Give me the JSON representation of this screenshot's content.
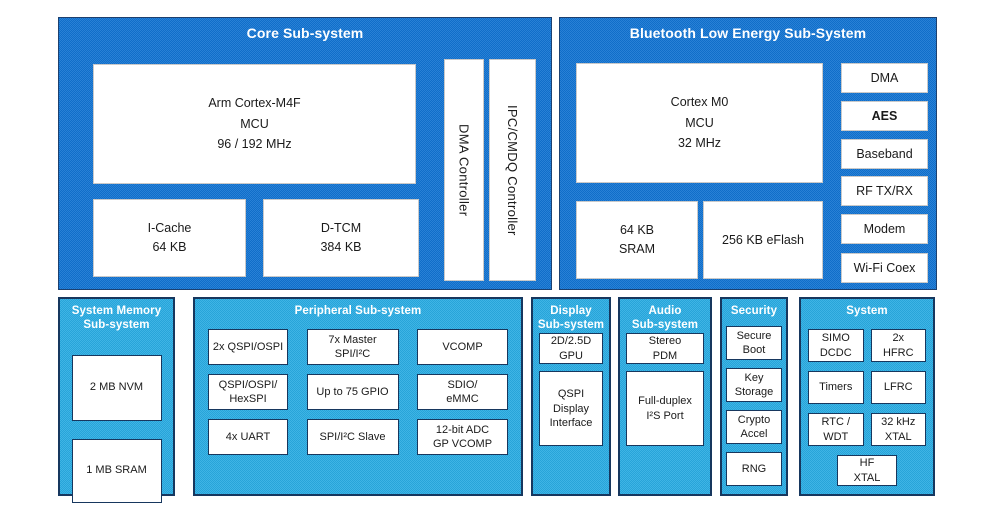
{
  "colors": {
    "top_section_blue": "#1173d1",
    "bottom_section_cyan": "#29abe2",
    "section_border_navy": "#17375e",
    "box_text": "#1a1a1a"
  },
  "core": {
    "title": "Core Sub-system",
    "mcu": "Arm Cortex-M4F\nMCU\n96 / 192 MHz",
    "icache": "I-Cache\n64 KB",
    "dtcm": "D-TCM\n384 KB",
    "dma_controller": "DMA Controller",
    "ipc_controller": "IPC/CMDQ Controller"
  },
  "ble": {
    "title": "Bluetooth Low Energy Sub-System",
    "mcu": "Cortex M0\nMCU\n32 MHz",
    "sram": "64 KB\nSRAM",
    "eflash": "256 KB eFlash",
    "blocks": [
      "DMA",
      "AES",
      "Baseband",
      "RF TX/RX",
      "Modem",
      "Wi-Fi Coex"
    ]
  },
  "memory": {
    "title": "System Memory\nSub-system",
    "blocks": [
      "2 MB NVM",
      "1 MB SRAM"
    ]
  },
  "peripheral": {
    "title": "Peripheral Sub-system",
    "blocks": [
      "2x QSPI/OSPI",
      "7x Master\nSPI/I²C",
      "VCOMP",
      "QSPI/OSPI/\nHexSPI",
      "Up to 75 GPIO",
      "SDIO/\neMMC",
      "4x UART",
      "SPI/I²C Slave",
      "12-bit ADC\nGP VCOMP"
    ]
  },
  "display": {
    "title": "Display\nSub-system",
    "blocks": [
      "2D/2.5D\nGPU",
      "QSPI\nDisplay\nInterface"
    ]
  },
  "audio": {
    "title": "Audio\nSub-system",
    "blocks": [
      "Stereo\nPDM",
      "Full-duplex\nI²S Port"
    ]
  },
  "security": {
    "title": "Security",
    "blocks": [
      "Secure\nBoot",
      "Key\nStorage",
      "Crypto\nAccel",
      "RNG"
    ]
  },
  "system": {
    "title": "System",
    "blocks": [
      "SIMO\nDCDC",
      "2x\nHFRC",
      "Timers",
      "LFRC",
      "RTC /\nWDT",
      "32 kHz\nXTAL"
    ],
    "hf_xtal": "HF\nXTAL"
  }
}
